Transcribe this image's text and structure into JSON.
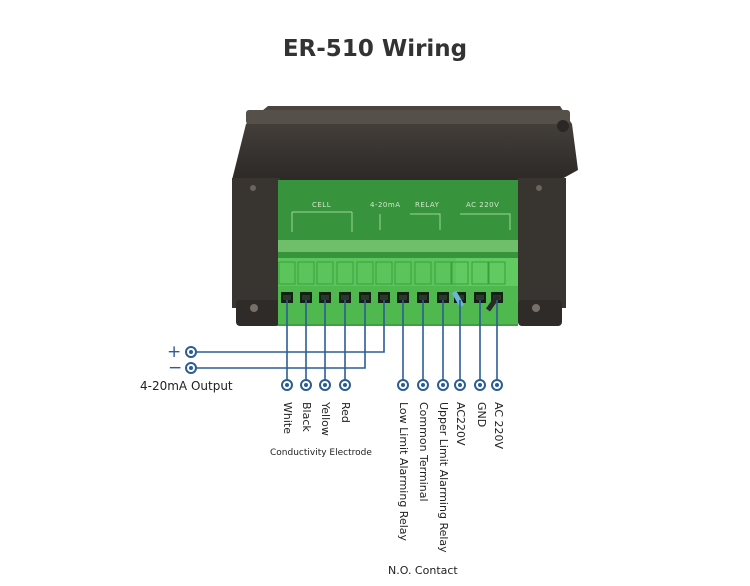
{
  "title": "ER-510 Wiring",
  "device": {
    "silkscreen": [
      "CELL",
      "4-20mA",
      "RELAY",
      "AC 220V"
    ]
  },
  "output": {
    "plus_sign": "+",
    "minus_sign": "−",
    "label": "4-20mA Output"
  },
  "terminals": [
    {
      "label": "White"
    },
    {
      "label": "Black"
    },
    {
      "label": "Yellow"
    },
    {
      "label": "Red"
    },
    {
      "label": "Low Limit Alarming Relay"
    },
    {
      "label": "Common Terminal"
    },
    {
      "label": "Upper Limit Alarming Relay"
    },
    {
      "label": "AC220V"
    },
    {
      "label": "GND"
    },
    {
      "label": "AC 220V"
    }
  ],
  "groups": {
    "electrode": "Conductivity Electrode",
    "contact": "N.O. Contact"
  },
  "colors": {
    "wire": "#2b5d94",
    "housing": "#3a3632",
    "board": "#3fa043",
    "terminal_block": "#55c255"
  }
}
